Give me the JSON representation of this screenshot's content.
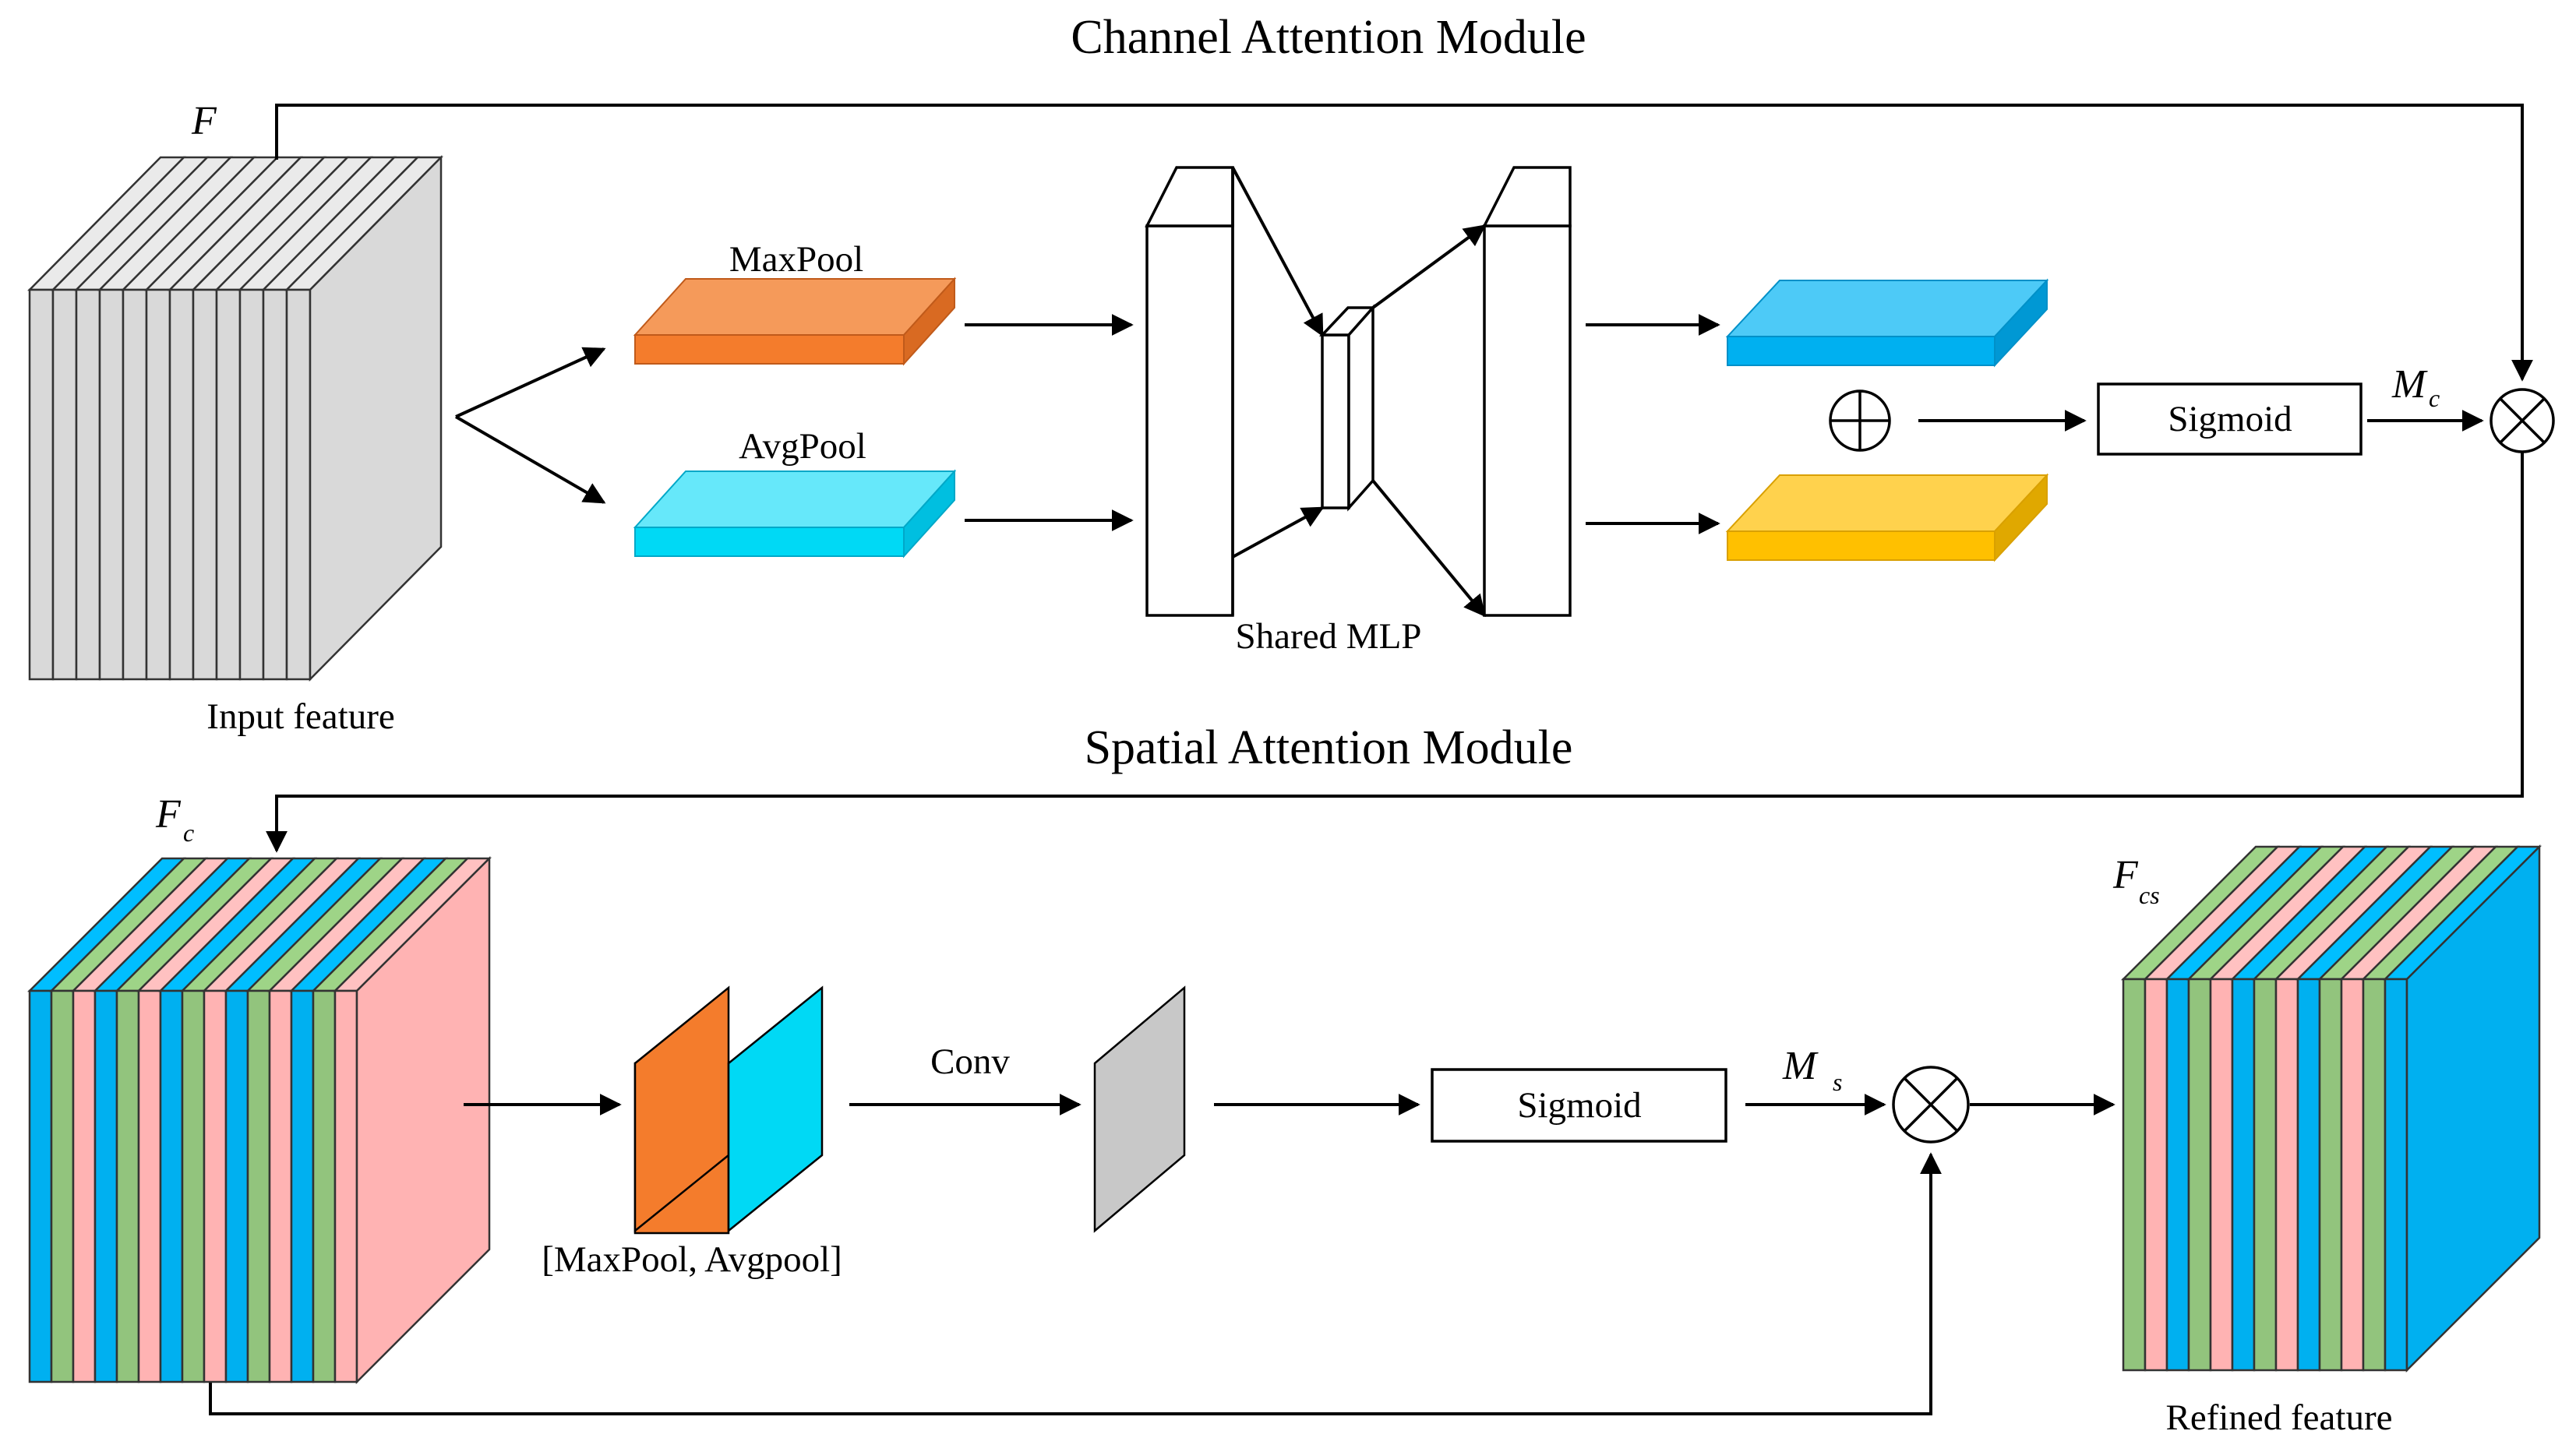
{
  "titles": {
    "channel": "Channel Attention Module",
    "spatial": "Spatial Attention Module"
  },
  "labels": {
    "input_feature": "Input feature",
    "maxpool": "MaxPool",
    "avgpool": "AvgPool",
    "shared_mlp": "Shared MLP",
    "sigmoid_channel": "Sigmoid",
    "sigmoid_spatial": "Sigmoid",
    "conv": "Conv",
    "concat_pool": "[MaxPool, Avgpool]",
    "refined_feature": "Refined feature"
  },
  "symbols": {
    "F": "F",
    "Fc": "F",
    "Fc_sub": "c",
    "Fcs": "F",
    "Fcs_sub": "cs",
    "Mc": "M",
    "Mc_sub": "c",
    "Ms": "M",
    "Ms_sub": "s",
    "plus": "⊕",
    "times": "⊗"
  },
  "colors": {
    "input_layer": "#d9d9d9",
    "maxpool": "#f47c2c",
    "avgpool": "#00d9f5",
    "mlp_out_blue": "#00b0f0",
    "mlp_out_yellow": "#ffc000",
    "feat_blue": "#00b0f0",
    "feat_green": "#92c47d",
    "feat_pink": "#ffb3b3",
    "conv_gray": "#c8c8c8"
  }
}
